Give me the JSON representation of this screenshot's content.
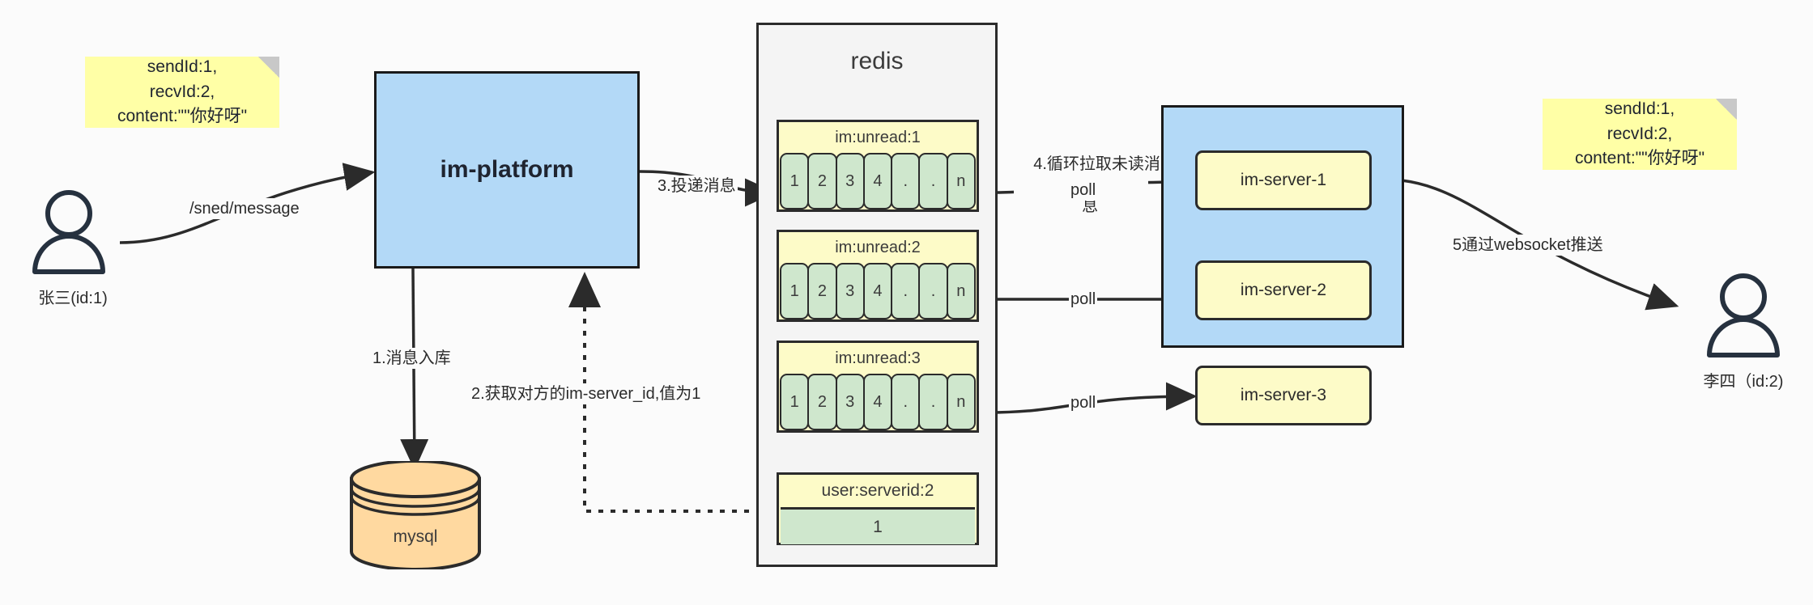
{
  "diagram": {
    "title": "IM message delivery architecture",
    "colors": {
      "note_fill": "#ffffa6",
      "blue_fill": "#b3d9f7",
      "yellow_fill": "#fdfbc8",
      "green_fill": "#cfe7cd",
      "orange_fill": "#ffd9a0",
      "stroke": "#2b2b2b",
      "background": "#fbfbfb"
    }
  },
  "notes": {
    "left": {
      "line1": "sendId:1,",
      "line2": "recvId:2,",
      "line3": "content:\"\"你好呀\""
    },
    "right": {
      "line1": "sendId:1,",
      "line2": "recvId:2,",
      "line3": "content:\"\"你好呀\""
    }
  },
  "actors": {
    "sender": {
      "label": "张三(id:1)",
      "icon": "user-icon"
    },
    "receiver": {
      "label": "李四（id:2)",
      "icon": "user-icon"
    }
  },
  "platform": {
    "label": "im-platform"
  },
  "datastore": {
    "label": "mysql",
    "icon": "database-cylinder-icon"
  },
  "redis": {
    "title": "redis",
    "unread_lists": [
      {
        "key": "im:unread:1",
        "cells": [
          "1",
          "2",
          "3",
          "4",
          ".",
          ".",
          "n"
        ]
      },
      {
        "key": "im:unread:2",
        "cells": [
          "1",
          "2",
          "3",
          "4",
          ".",
          ".",
          "n"
        ]
      },
      {
        "key": "im:unread:3",
        "cells": [
          "1",
          "2",
          "3",
          "4",
          ".",
          ".",
          "n"
        ]
      }
    ],
    "kv": {
      "key": "user:serverid:2",
      "value": "1"
    }
  },
  "servers": {
    "items": [
      {
        "label": "im-server-1"
      },
      {
        "label": "im-server-2"
      },
      {
        "label": "im-server-3"
      }
    ]
  },
  "edges": {
    "send_message": "/sned/message",
    "step1": "1.消息入库",
    "step2": "2.获取对方的im-server_id,值为1",
    "step3": "3.投递消息",
    "step4_line1": "4.循环拉取未读消",
    "step4_line2": "息",
    "poll1": "poll",
    "poll2": "poll",
    "poll3": "poll",
    "step5": "5通过websocket推送"
  }
}
